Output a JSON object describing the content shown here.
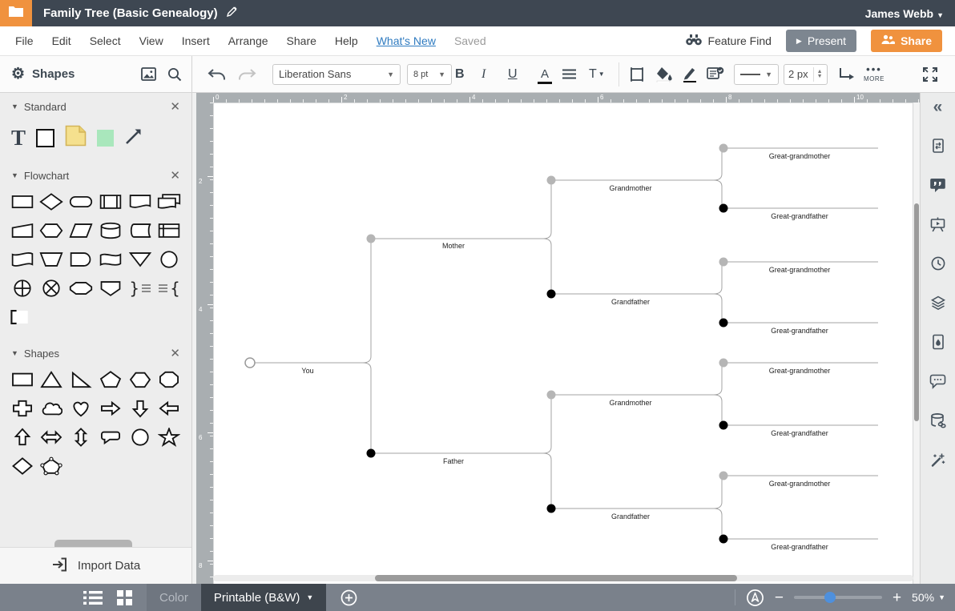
{
  "titlebar": {
    "title": "Family Tree (Basic Genealogy)",
    "user": "James Webb"
  },
  "menubar": {
    "items": [
      "File",
      "Edit",
      "Select",
      "View",
      "Insert",
      "Arrange",
      "Share",
      "Help"
    ],
    "whats_new": "What's New",
    "saved": "Saved"
  },
  "actions": {
    "feature_find": "Feature Find",
    "present": "Present",
    "share": "Share"
  },
  "toolbar": {
    "shapes_label": "Shapes",
    "font_name": "Liberation Sans",
    "font_size": "8 pt",
    "stroke_width": "2 px",
    "more_label": "MORE",
    "icons": [
      "image",
      "search",
      "undo",
      "redo",
      "bold",
      "italic",
      "underline",
      "font-color",
      "align",
      "text-options",
      "frame",
      "fill-color",
      "line-color",
      "shape-data",
      "line-style",
      "line-width",
      "connector-type",
      "more",
      "fullscreen"
    ]
  },
  "panel": {
    "sections": [
      {
        "title": "Standard",
        "shapes": [
          "text",
          "rectangle",
          "note",
          "sticky",
          "arrow"
        ]
      },
      {
        "title": "Flowchart",
        "shapes": [
          "process",
          "decision",
          "terminator",
          "predefined-process",
          "document",
          "multiple-documents",
          "manual-input",
          "preparation",
          "data",
          "database",
          "stored-data",
          "internal-storage",
          "display",
          "manual-operation",
          "delay",
          "card",
          "merge",
          "connector",
          "or-junction",
          "summing-junction",
          "loop-limit",
          "off-page-connector",
          "annotation-right",
          "annotation-left",
          "text-bracket"
        ]
      },
      {
        "title": "Shapes",
        "shapes": [
          "rectangle",
          "triangle",
          "right-triangle",
          "pentagon",
          "hexagon",
          "octagon",
          "cross",
          "cloud",
          "heart",
          "arrow-right",
          "arrow-down",
          "arrow-left",
          "arrow-up",
          "arrow-horizontal",
          "arrow-vertical",
          "callout",
          "circle",
          "star",
          "diamond",
          "polygon"
        ]
      }
    ],
    "import_label": "Import Data"
  },
  "rulers": {
    "h": [
      "0",
      "2",
      "4",
      "6",
      "8",
      "10"
    ],
    "v": [
      "2",
      "4",
      "6",
      "8"
    ]
  },
  "tree": {
    "you": "You",
    "mother": "Mother",
    "father": "Father",
    "grandmother": "Grandmother",
    "grandfather": "Grandfather",
    "great_grandmother": "Great-grandmother",
    "great_grandfather": "Great-grandfather"
  },
  "rightbar": {
    "icons": [
      "collapse-panel",
      "page-settings",
      "comments",
      "presentation",
      "history",
      "layers",
      "page-style",
      "chat",
      "data-linking",
      "magic-wand"
    ]
  },
  "bottombar": {
    "color_label": "Color",
    "printable_label": "Printable (B&W)",
    "zoom_level": "50%"
  },
  "colors": {
    "accent_orange": "#f0923e",
    "titlebar_slate": "#3e4752",
    "link_blue": "#2f7bc0",
    "slider_blue": "#4e90dd",
    "node_gray": "#b5b5b5",
    "node_black": "#000000",
    "line_gray": "#a3a3a3"
  }
}
